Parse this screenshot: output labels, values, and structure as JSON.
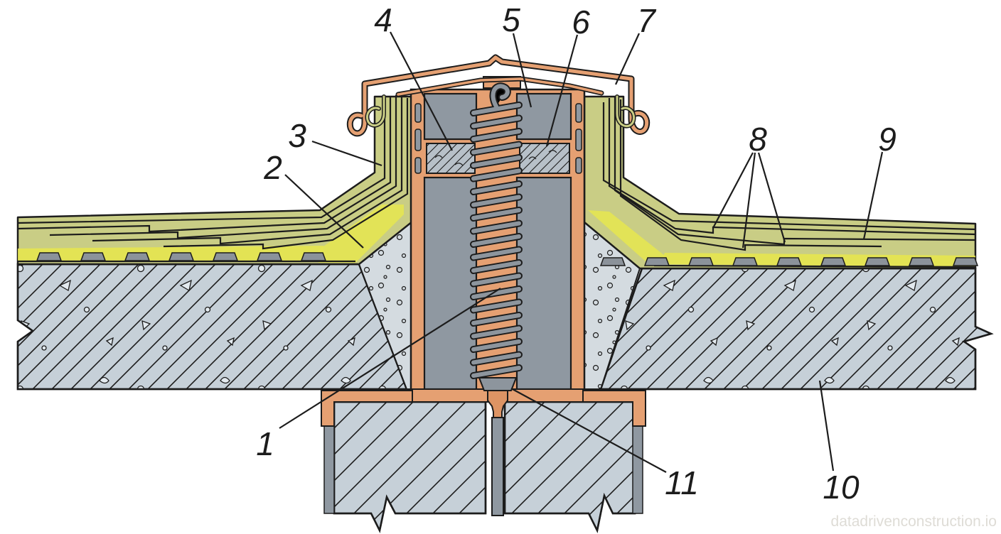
{
  "figure": {
    "type": "construction-detail-cross-section",
    "callouts": [
      {
        "label": "1"
      },
      {
        "label": "2"
      },
      {
        "label": "3"
      },
      {
        "label": "4"
      },
      {
        "label": "5"
      },
      {
        "label": "6"
      },
      {
        "label": "7"
      },
      {
        "label": "8"
      },
      {
        "label": "9"
      },
      {
        "label": "10"
      },
      {
        "label": "11"
      }
    ],
    "watermark": "datadrivenconstruction.io"
  },
  "palette": {
    "outline": "#1c1c1c",
    "flashing": "#e5a072",
    "flashing_deep": "#dd9464",
    "steel": "#8d959d",
    "column": "#8f98a1",
    "concrete": "#c6d0d8",
    "porous": "#d4dbe0",
    "membrane": "#c9cd85",
    "membrane_line": "#22220f",
    "yellow": "#e6e64f",
    "tab": "#8b929a",
    "mortar": "#b7c0c8",
    "aggregate": "#e3eaef",
    "watermark": "#d9d6cf"
  }
}
